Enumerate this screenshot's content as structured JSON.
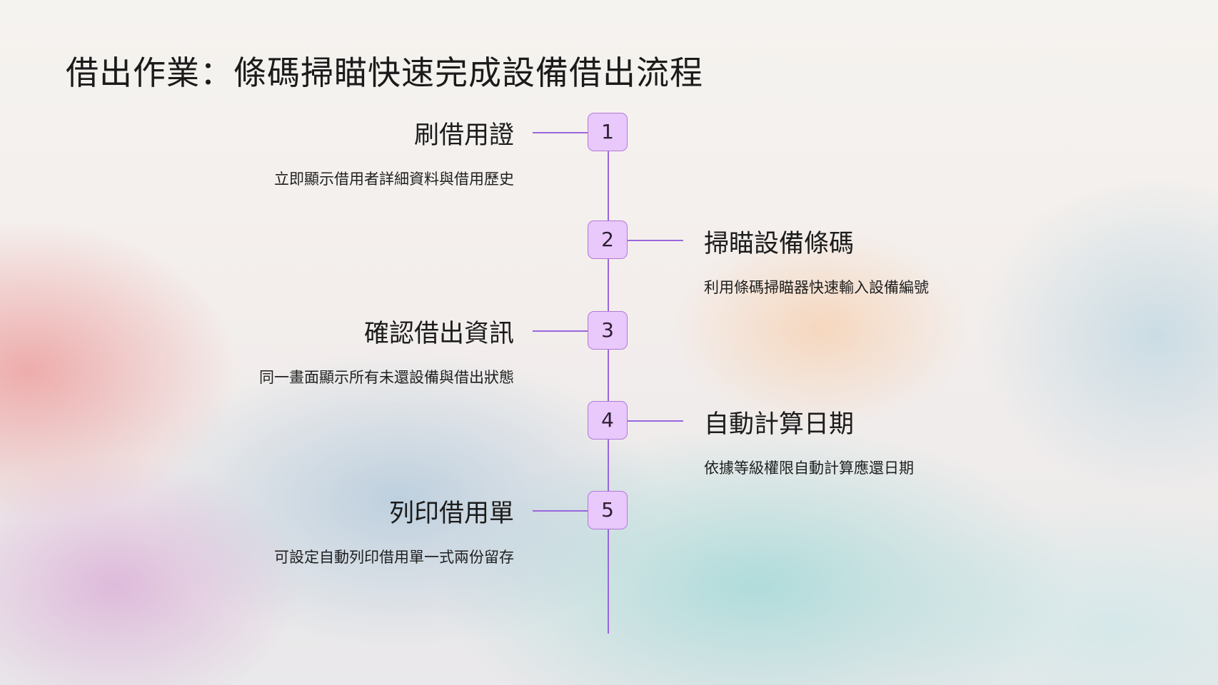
{
  "slide": {
    "title": "借出作業：條碼掃瞄快速完成設備借出流程"
  },
  "steps": [
    {
      "number": "1",
      "title": "刷借用證",
      "description": "立即顯示借用者詳細資料與借用歷史"
    },
    {
      "number": "2",
      "title": "掃瞄設備條碼",
      "description": "利用條碼掃瞄器快速輸入設備編號"
    },
    {
      "number": "3",
      "title": "確認借出資訊",
      "description": "同一畫面顯示所有未還設備與借出狀態"
    },
    {
      "number": "4",
      "title": "自動計算日期",
      "description": "依據等級權限自動計算應還日期"
    },
    {
      "number": "5",
      "title": "列印借用單",
      "description": "可設定自動列印借用單一式兩份留存"
    }
  ],
  "colors": {
    "accent_line": "#9966dd",
    "node_fill": "#e9c8fb",
    "node_border": "#b07ad8"
  }
}
